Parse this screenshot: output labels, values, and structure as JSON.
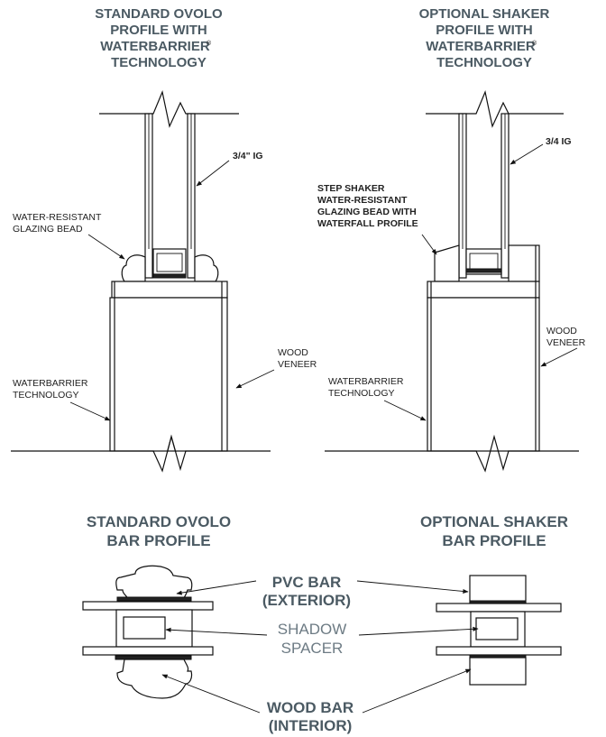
{
  "headings": {
    "left_profile": [
      "STANDARD OVOLO",
      "PROFILE WITH",
      "WATERBARRIER",
      "TECHNOLOGY"
    ],
    "right_profile": [
      "OPTIONAL SHAKER",
      "PROFILE WITH",
      "WATERBARRIER",
      "TECHNOLOGY"
    ],
    "registered_mark": "®",
    "left_bar": [
      "STANDARD OVOLO",
      "BAR  PROFILE"
    ],
    "right_bar": [
      "OPTIONAL SHAKER",
      "BAR PROFILE"
    ]
  },
  "labels": {
    "ig_left": "3/4\" IG",
    "ig_right": "3/4  IG",
    "glazing_bead": [
      "WATER-RESISTANT",
      "GLAZING BEAD"
    ],
    "step_shaker": [
      "STEP SHAKER",
      "WATER-RESISTANT",
      "GLAZING BEAD WITH",
      "WATERFALL PROFILE"
    ],
    "waterbarrier_left": [
      "WATERBARRIER",
      "TECHNOLOGY"
    ],
    "waterbarrier_right": [
      "WATERBARRIER",
      "TECHNOLOGY"
    ],
    "wood_veneer_left": [
      "WOOD",
      "VENEER"
    ],
    "wood_veneer_right": [
      "WOOD",
      "VENEER"
    ]
  },
  "callouts": {
    "pvc_bar": [
      "PVC BAR",
      "(EXTERIOR)"
    ],
    "shadow_spacer": [
      "SHADOW",
      "SPACER"
    ],
    "wood_bar": [
      "WOOD BAR",
      "(INTERIOR)"
    ]
  }
}
